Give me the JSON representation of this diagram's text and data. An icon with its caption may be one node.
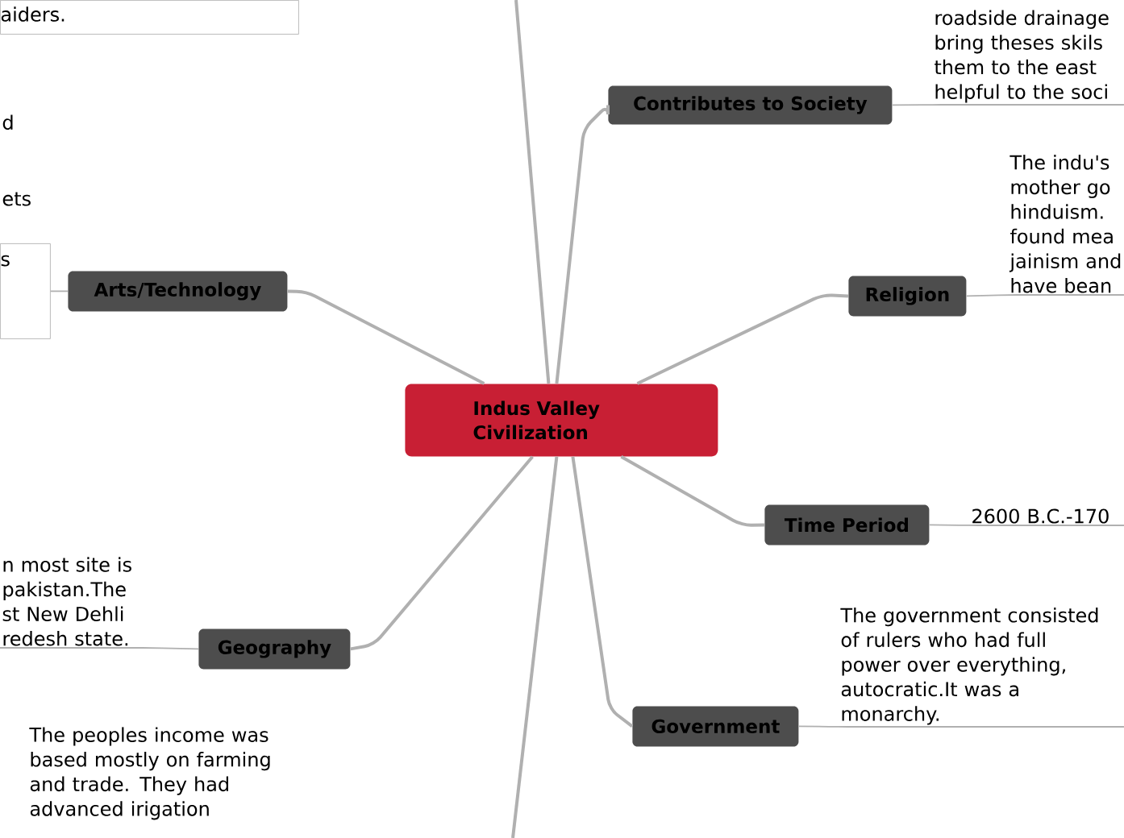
{
  "diagram": {
    "nodes": [
      {
        "text": [
          "Indus Valley Civilization"
        ]
      },
      {
        "text": [
          "Contributes to Society"
        ]
      },
      {
        "text": [
          "Religion"
        ]
      },
      {
        "text": [
          "Time Period"
        ]
      },
      {
        "text": [
          "Government"
        ]
      },
      {
        "text": [
          "Geography"
        ]
      },
      {
        "text": [
          "Arts/Technology"
        ]
      },
      {
        "text": [
          "roadside drainage bring theses skils them to the east helpful to the soci"
        ]
      },
      {
        "text": [
          "The indu's mother go hinduism. found mea jainism and have bean"
        ]
      },
      {
        "text": [
          "2600 B.C.-170"
        ]
      },
      {
        "text": [
          "The government consisted of rulers who had full power over everything, autocratic.It was a monarchy."
        ]
      },
      {
        "text": [
          "n most site is pakistan.The st New Dehli redesh state."
        ]
      },
      {
        "text": [
          "s"
        ]
      },
      {
        "text": [
          "The peoples income was based mostly on farming and trade. They had advanced irigation"
        ]
      },
      {
        "text": [
          "aiders."
        ]
      }
    ],
    "edges": [
      {
        "from": 0,
        "to": 1,
        "arrow": "none"
      },
      {
        "from": 0,
        "to": null,
        "arrow": "none"
      },
      {
        "from": 0,
        "to": 2,
        "arrow": "none"
      },
      {
        "from": 0,
        "to": 6,
        "arrow": "none"
      },
      {
        "from": 0,
        "to": 3,
        "arrow": "none"
      },
      {
        "from": 0,
        "to": 4,
        "arrow": "none"
      },
      {
        "from": 0,
        "to": 5,
        "arrow": "none"
      },
      {
        "from": 0,
        "to": null,
        "arrow": "none"
      },
      {
        "from": 1,
        "to": 7,
        "arrow": "none"
      },
      {
        "from": 2,
        "to": 8,
        "arrow": "none"
      },
      {
        "from": 3,
        "to": 9,
        "arrow": "none"
      },
      {
        "from": 4,
        "to": 10,
        "arrow": "none"
      },
      {
        "from": 5,
        "to": 11,
        "arrow": "none"
      },
      {
        "from": 6,
        "to": 12,
        "arrow": "none"
      }
    ],
    "labels": [
      "d",
      "ets"
    ]
  }
}
